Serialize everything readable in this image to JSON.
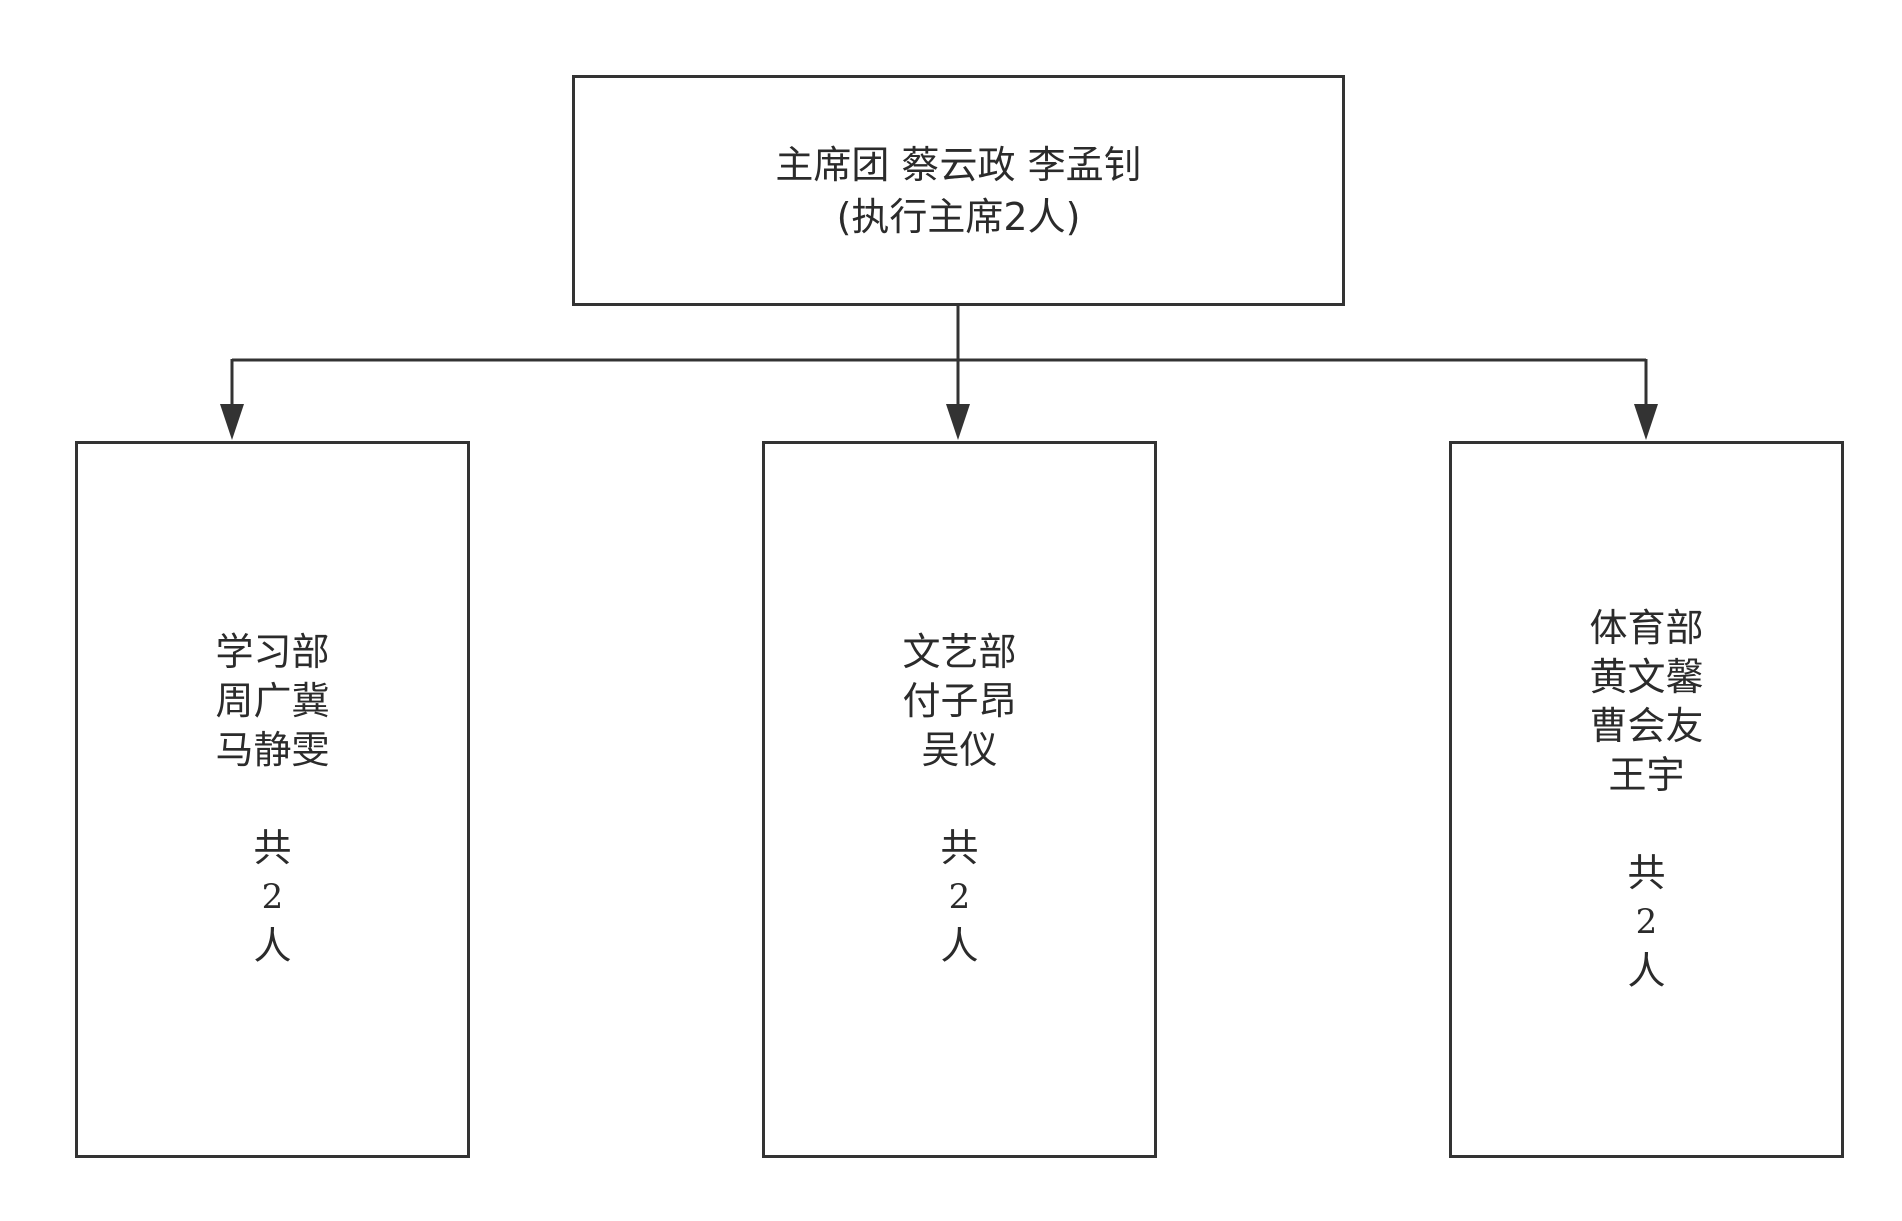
{
  "top": {
    "line1": "主席团 蔡云政 李孟钊",
    "line2": "(执行主席2人)"
  },
  "departments": [
    {
      "name": "学习部",
      "members": [
        "周广冀",
        "马静雯"
      ],
      "total_prefix": "共",
      "total_count": "2",
      "total_suffix": "人"
    },
    {
      "name": "文艺部",
      "members": [
        "付子昂",
        "吴仪"
      ],
      "total_prefix": "共",
      "total_count": "2",
      "total_suffix": "人"
    },
    {
      "name": "体育部",
      "members": [
        "黄文馨",
        "曹会友",
        "王宇"
      ],
      "total_prefix": "共",
      "total_count": "2",
      "total_suffix": "人"
    }
  ],
  "colors": {
    "stroke": "#333333",
    "text": "#2b2b2b",
    "background": "#ffffff"
  }
}
